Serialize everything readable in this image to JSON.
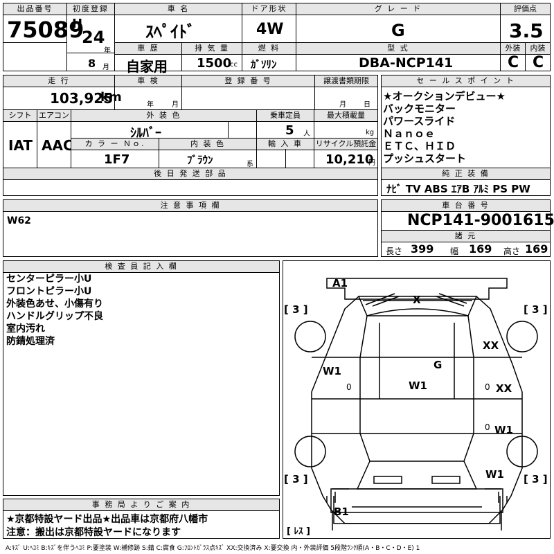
{
  "header": {
    "lot_label": "出品番号",
    "lot": "75089",
    "first_reg_label": "初度登録",
    "era": "H",
    "year": "24",
    "year_unit": "年",
    "month": "8",
    "month_unit": "月",
    "name_label": "車 名",
    "name": "ｽﾍﾟｲﾄﾞ",
    "door_label": "ドア形状",
    "door": "4W",
    "grade_label": "グ レ ー ド",
    "grade": "G",
    "score_label": "評価点",
    "score": "3.5",
    "ext_label": "外装",
    "ext": "C",
    "int_label": "内装",
    "int": "C",
    "history_label": "車 歴",
    "history": "自家用",
    "disp_label": "排 気 量",
    "disp": "1500",
    "disp_unit": "cc",
    "fuel_label": "燃 料",
    "fuel": "ｶﾞｿﾘﾝ",
    "model_label": "型 式",
    "model": "DBA-NCP141"
  },
  "row2": {
    "mileage_label": "走 行",
    "mileage": "103,925",
    "mileage_unit": "km",
    "inspection_label": "車 検",
    "ins_year_unit": "年",
    "ins_month_unit": "月",
    "regno_label": "登 録 番 号",
    "transfer_label": "譲渡書類期限",
    "tr_month_unit": "月",
    "tr_day_unit": "日",
    "shift_label": "シフト",
    "shift": "IAT",
    "ac_label": "エアコン",
    "ac": "AAC",
    "color_label": "外 装 色",
    "color": "ｼﾙﾊﾞｰ",
    "capacity_label": "乗車定員",
    "capacity": "5",
    "capacity_unit": "人",
    "load_label": "最大積載量",
    "load_unit": "kg",
    "colorno_label": "カ ラ ー Ｎｏ.",
    "colorno": "1F7",
    "interior_label": "内 装 色",
    "interior": "ﾌﾞﾗｳﾝ",
    "interior_unit": "系",
    "import_label": "輸 入 車",
    "recycle_label": "リサイクル預託金",
    "recycle": "10,210",
    "recycle_unit": "円",
    "later_label": "後 日 発 送 部 品"
  },
  "sales": {
    "label": "セ ー ル ス ポ イ ン ト",
    "lines": "★オークションデビュー★\nバックモニター\nパワースライド\nＮａｎｏｅ\nＥＴＣ、ＨＩＤ\nプッシュスタート"
  },
  "equipment": {
    "label": "純 正 装 備",
    "items": "ﾅﾋﾞ TV ABS ｴｱB ｱﾙﾐ PS PW"
  },
  "notes": {
    "label": "注 意 事 項 欄",
    "text": "W62"
  },
  "chassis": {
    "label": "車 台 番 号",
    "number": "NCP141-9001615",
    "dims_label": "諸 元",
    "length_label": "長さ",
    "length": "399",
    "width_label": "幅",
    "width": "169",
    "height_label": "高さ",
    "height": "169"
  },
  "inspector": {
    "label": "検 査 員 記 入 欄",
    "lines": "センターピラー小U\nフロントピラー小U\n外装色あせ、小傷有り\nハンドルグリップ不良\n室内汚れ\n防錆処理済"
  },
  "office": {
    "label": "事 務 局 よ り ご 案 内",
    "line1": "★京都特設ヤード出品★出品車は京都府八幡市",
    "line2": "注意：搬出は京都特設ヤードになります"
  },
  "diagram": {
    "tire_fl": "[ 3 ]",
    "tire_fr": "[ 3 ]",
    "tire_rl": "[ 3 ]",
    "tire_rr": "[ 3 ]",
    "spare": "[ ﾚｽ ]",
    "marks": {
      "front_bumper": "A1",
      "windshield": "X",
      "fr_fender": "XX",
      "roof": "G",
      "left_door": "W1",
      "center": "W1",
      "right_door": "XX",
      "right_rear_door": "W1",
      "right_quarter": "W1",
      "rear_bumper": "B1",
      "zero_left": "0",
      "zero_right": "0",
      "zero_right2": "0"
    }
  },
  "legend": "A:ｷｽﾞ U:ﾍｺﾐ B:ｷｽﾞを伴うﾍｺﾐ P:要塗装 W:補修跡 S:錆 C:腐食 G:ﾌﾛﾝﾄｶﾞﾗｽ点ｷｽﾞ XX:交換済み X:要交換 内・外装評価 5段階ﾗﾝｸ順(A・B・C・D・E) 1",
  "colors": {
    "header_bg": "#e6e6e6",
    "line": "#000000"
  }
}
